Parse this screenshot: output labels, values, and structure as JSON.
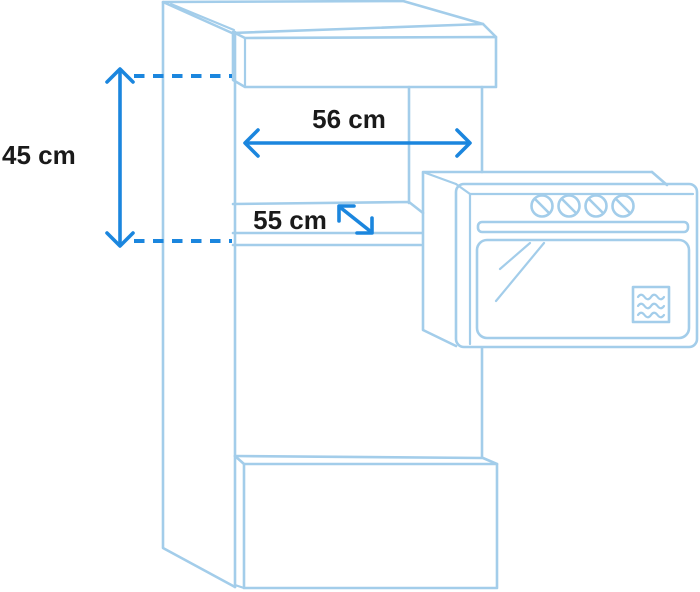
{
  "diagram": {
    "kind": "dimension-diagram",
    "subject": "tall-cabinet-with-built-in-microwave-oven",
    "dimensions": {
      "height": {
        "label": "45 cm",
        "orientation": "vertical"
      },
      "width": {
        "label": "56 cm",
        "orientation": "horizontal"
      },
      "depth": {
        "label": "55 cm",
        "orientation": "diagonal"
      }
    },
    "icons": {
      "knob": "oven-knob-icon",
      "waves": "microwave-waves-icon"
    },
    "colors": {
      "outline": "#a3cdea",
      "accent": "#1b86de",
      "ink": "#1a1a1a",
      "background": "#ffffff"
    }
  }
}
